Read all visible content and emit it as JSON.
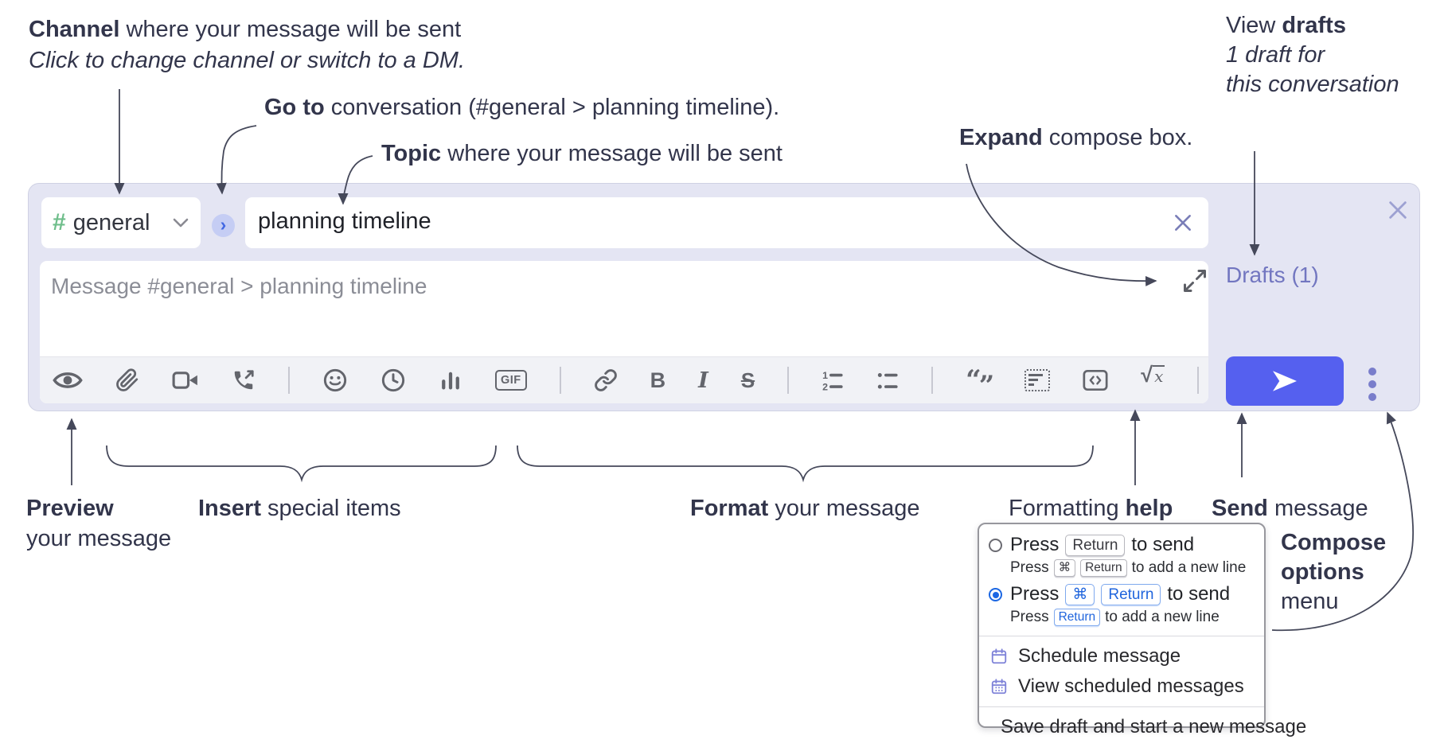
{
  "annotations": {
    "channel_bold": "Channel",
    "channel_rest": " where your message will be sent",
    "channel_sub": "Click to change channel or switch to a DM.",
    "goto_bold": "Go to",
    "goto_rest": " conversation (#general > planning timeline).",
    "topic_bold": "Topic",
    "topic_rest": " where your message will be sent",
    "expand_bold": "Expand",
    "expand_rest": " compose box.",
    "drafts_pre": "View ",
    "drafts_bold": "drafts",
    "drafts_line2": "1 draft for",
    "drafts_line3": "this conversation",
    "preview_bold": "Preview",
    "preview_line2": "your message",
    "insert_bold": "Insert",
    "insert_rest": " special items",
    "format_bold": "Format",
    "format_rest": " your message",
    "help_pre": "Formatting ",
    "help_bold": "help",
    "send_bold": "Send",
    "send_rest": " message",
    "options_line1": "Compose",
    "options_line2": "options",
    "options_line3": "menu"
  },
  "compose": {
    "channel_hash": "#",
    "channel_name": "general",
    "topic_value": "planning timeline",
    "message_placeholder": "Message #general > planning timeline",
    "drafts_link": "Drafts (1)",
    "toolbar": {
      "gif": "GIF",
      "bold": "B",
      "italic": "I",
      "strike": "S",
      "ol_1": "1",
      "ol_2": "2",
      "quote_open": "“",
      "quote_close": "”",
      "sqrt": "√",
      "sqrt_var": "x",
      "help": "?"
    }
  },
  "menu": {
    "option1": {
      "press": "Press",
      "key_return": "Return",
      "to_send": "to send",
      "sub_press": "Press",
      "sub_key_cmd": "⌘",
      "sub_key_return": "Return",
      "sub_rest": "to add a new line"
    },
    "option2": {
      "press": "Press",
      "key_cmd": "⌘",
      "key_return": "Return",
      "to_send": "to send",
      "sub_press": "Press",
      "sub_key_return": "Return",
      "sub_rest": "to add a new line"
    },
    "item_schedule": "Schedule message",
    "item_view_scheduled": "View scheduled messages",
    "item_save_draft": "Save draft and start a new message"
  },
  "colors": {
    "accent_blue": "#5560ef",
    "lavender": "#e4e5f3",
    "link_purple": "#7276c0",
    "hash_green": "#6fbe8b",
    "radio_blue": "#1c67e3",
    "menu_icon_purple": "#7e82d8"
  }
}
